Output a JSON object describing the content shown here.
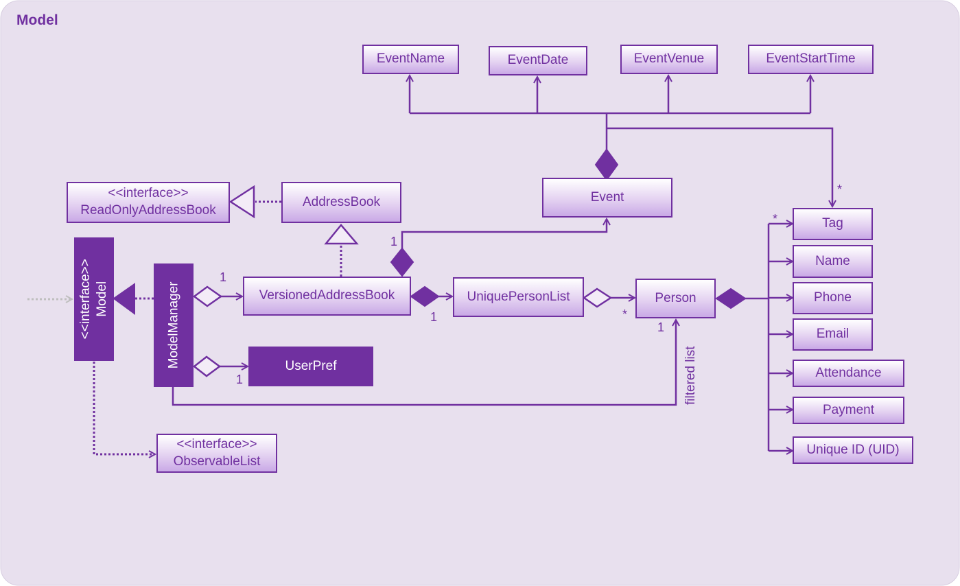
{
  "frame": {
    "title": "Model"
  },
  "classes": {
    "event_name": "EventName",
    "event_date": "EventDate",
    "event_venue": "EventVenue",
    "event_start_time": "EventStartTime",
    "event": "Event",
    "read_only_address_book": {
      "stereotype": "<<interface>>",
      "name": "ReadOnlyAddressBook"
    },
    "address_book": "AddressBook",
    "model_interface": {
      "stereotype": "<<interface>>",
      "name": "Model"
    },
    "model_manager": "ModelManager",
    "versioned_address_book": "VersionedAddressBook",
    "unique_person_list": "UniquePersonList",
    "person": "Person",
    "user_pref": "UserPref",
    "observable_list": {
      "stereotype": "<<interface>>",
      "name": "ObservableList"
    },
    "tag": "Tag",
    "name": "Name",
    "phone": "Phone",
    "email": "Email",
    "attendance": "Attendance",
    "payment": "Payment",
    "uid": "Unique ID (UID)"
  },
  "multiplicities": {
    "event_tag": "*",
    "person_tag": "*",
    "vab_event": "1",
    "mm_vab": "1",
    "vab_upl": "1",
    "upl_person": "*",
    "mm_person": "1",
    "mm_userpref": "1"
  },
  "labels": {
    "filtered_list": "filtered list"
  },
  "colors": {
    "frame_bg": "#e8e0ee",
    "accent": "#7030a0",
    "box_fill_top": "#ffffff",
    "box_fill_bottom": "#c9a9e6",
    "dashed_in": "#bfbfbf"
  }
}
